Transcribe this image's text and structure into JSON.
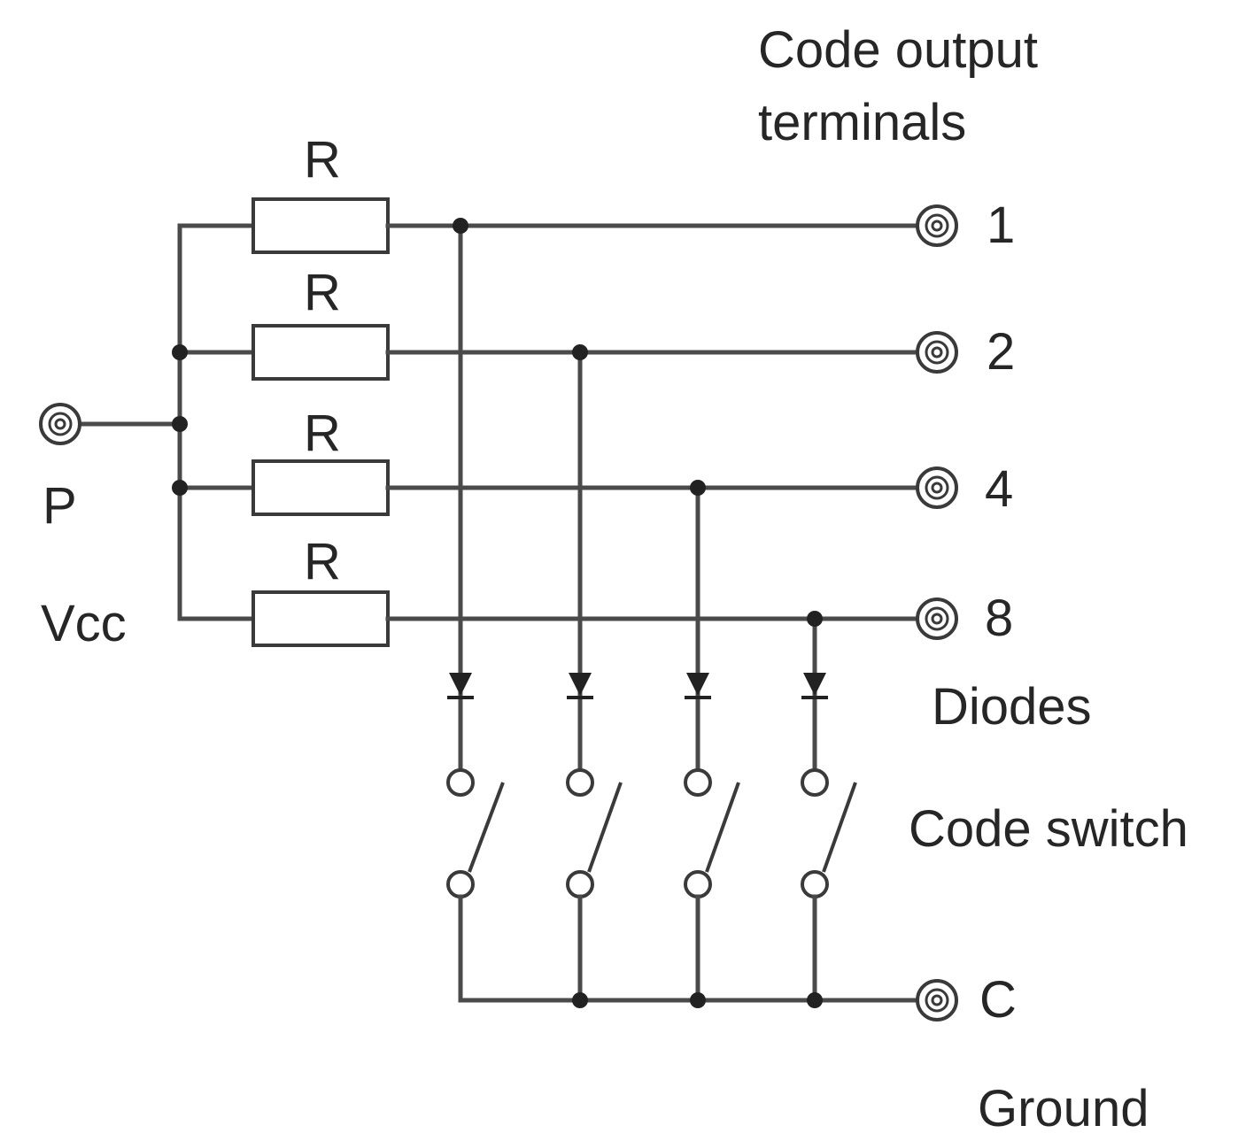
{
  "labels": {
    "title_line1": "Code output",
    "title_line2": "terminals",
    "resistor": "R",
    "input_terminal": "P",
    "supply": "Vcc",
    "diodes": "Diodes",
    "code_switch": "Code switch",
    "common_terminal": "C",
    "ground": "Ground"
  },
  "outputs": [
    "1",
    "2",
    "4",
    "8"
  ],
  "colors": {
    "line": "#4a4a4a",
    "text": "#262626",
    "background": "#ffffff"
  }
}
